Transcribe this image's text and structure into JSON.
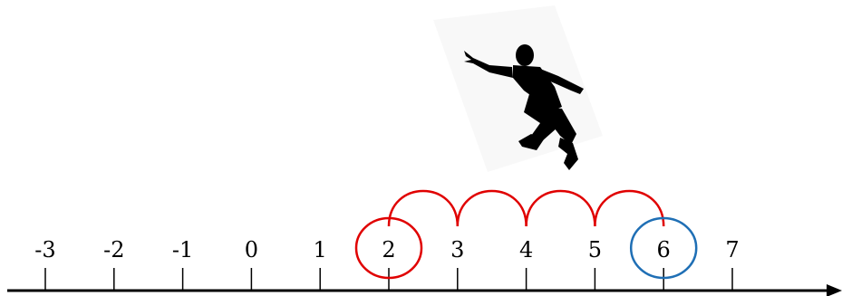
{
  "number_line": {
    "ticks": [
      "-3",
      "-2",
      "-1",
      "0",
      "1",
      "2",
      "3",
      "4",
      "5",
      "6",
      "7"
    ],
    "start_value": 2,
    "end_value": 6,
    "jump_values": [
      2,
      3,
      4,
      5,
      6
    ],
    "start_circle_color": "#e00000",
    "end_circle_color": "#1f6fb5",
    "jump_color": "#e00000",
    "axis_color": "#000000"
  },
  "figure": {
    "icon": "jumping-person-silhouette-icon"
  }
}
